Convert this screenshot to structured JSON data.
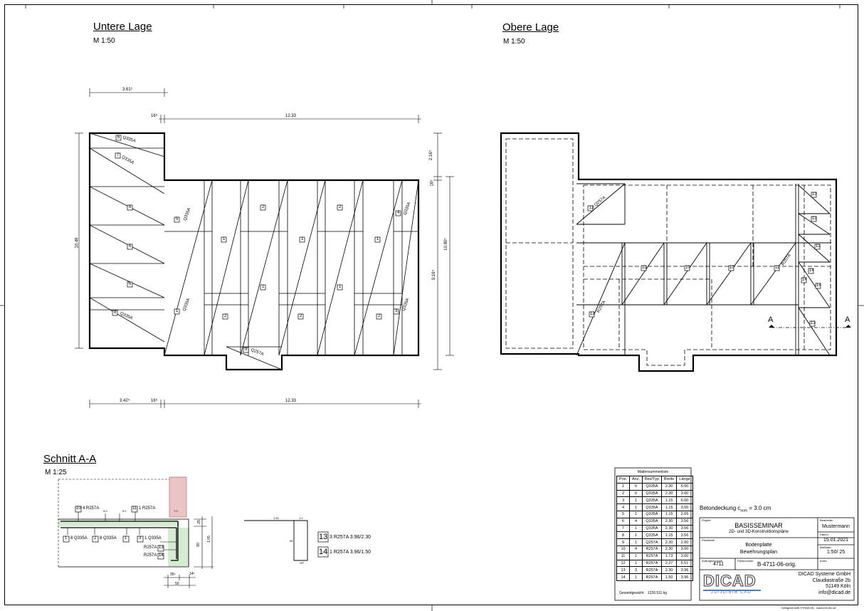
{
  "views": {
    "untere": {
      "title": "Untere Lage",
      "scale": "M 1:50"
    },
    "obere": {
      "title": "Obere Lage",
      "scale": "M 1:50"
    },
    "schnitt": {
      "title": "Schnitt A-A",
      "scale": "M 1:25"
    }
  },
  "dimensions": {
    "top_a": "3.61⁵",
    "top_b": "16⁵",
    "top_c": "12.33",
    "left_v": "10.49",
    "right_a": "2.16⁵",
    "right_b": "16⁵",
    "right_c": "9.16⁵",
    "right_d": "10.80⁵",
    "bottom_a": "3.42⁵",
    "bottom_b": "16⁵",
    "bottom_c": "12.33"
  },
  "untere_labels": {
    "q335a": "Q335A",
    "pos6": "6",
    "pos7": "7",
    "pos8": "8",
    "pos5": "5",
    "pos1": "1",
    "pos2": "2",
    "pos3": "3",
    "pos4": "4",
    "pos9": "9",
    "q257a": "Q257A"
  },
  "obere_labels": {
    "section_mark": "A",
    "r257a": "R257A",
    "q257a": "Q257A",
    "n10": "10",
    "n11": "11",
    "n12": "12",
    "n13": "13",
    "n14": "14"
  },
  "schnitt": {
    "l10": "10",
    "l10txt": "4 R257A",
    "l11": "11",
    "l11txt": "1 R257A",
    "l1": "1",
    "l1txt": "8 Q335A",
    "l2": "2",
    "l2txt": "8 Q335A",
    "l3": "1",
    "l4": "3",
    "l4txt": "1 Q335A",
    "r13": "R257A",
    "r14": "R257A",
    "n13": "13",
    "n14": "14",
    "d5a": "5.0",
    "d5b": "5.0",
    "d7": "7.0",
    "d25": "25",
    "d80": "80",
    "d105": "1.05",
    "d35": "35⁵",
    "d14": "14⁵",
    "d50": "50",
    "bend_1": "1.50",
    "bend_2": "1.0",
    "bend_3": "55",
    "bend_4": "25⁵"
  },
  "bending": {
    "b13num": "13",
    "b13txt": "3 R257A 3.96/2.30",
    "b14num": "14",
    "b14txt": "1 R257A 3.96/1.50"
  },
  "mattenliste": {
    "title": "Mattensummenliste",
    "headers": [
      "Pos.",
      "Anz.",
      "Bez/Typ",
      "Breite",
      "Länge"
    ],
    "rows": [
      [
        "1",
        "6",
        "Q335A",
        "2.30",
        "6.00"
      ],
      [
        "2",
        "6",
        "Q335A",
        "2.30",
        "3.00"
      ],
      [
        "3",
        "1",
        "Q335A",
        "1.15",
        "6.00"
      ],
      [
        "4",
        "1",
        "Q335A",
        "1.15",
        "3.00"
      ],
      [
        "5",
        "1",
        "Q335A",
        "1.15",
        "2.65"
      ],
      [
        "6",
        "4",
        "Q335A",
        "2.30",
        "3.56"
      ],
      [
        "7",
        "1",
        "Q335A",
        "2.30",
        "3.56"
      ],
      [
        "8",
        "1",
        "Q335A",
        "1.15",
        "3.56"
      ],
      [
        "9",
        "1",
        "Q257A",
        "2.30",
        "2.00"
      ],
      [
        "10",
        "4",
        "R257A",
        "2.30",
        "3.00"
      ],
      [
        "11",
        "1",
        "R257A",
        "1.73",
        "3.00"
      ],
      [
        "12",
        "1",
        "R257A",
        "2.27",
        "5.51"
      ],
      [
        "13",
        "3",
        "R257A",
        "2.30",
        "3.96"
      ],
      [
        "14",
        "1",
        "R257A",
        "1.50",
        "3.96"
      ]
    ],
    "total_label": "Gesamtgewicht",
    "total_value": "1226.511 kg"
  },
  "title_block": {
    "betondeckung": "Betondeckung c",
    "betondeckung_sub": "nom",
    "betondeckung_val": "= 3.0 cm",
    "projekt_label": "Projekt",
    "projekt_1": "BASISSEMINAR",
    "projekt_2": "2D- und 3D-Konstruktionspläne",
    "planinhalt_label": "Planinhalt",
    "planinhalt_1": "Bodenplatte",
    "planinhalt_2": "Bewehrungsplan",
    "auftrag_label": "Auftragsnummer",
    "auftrag": "4711",
    "plannummer_label": "Plannummer",
    "plannummer": "B-4711-06-orig.",
    "bearbeiter_label": "Bearbeiter",
    "bearbeiter": "Mustermann",
    "datum_label": "Datum",
    "datum": "15.01.2021",
    "massstab_label": "Maßstab",
    "massstab": "1:50/ 25",
    "index_label": "Index",
    "company_1": "DICAD Systeme GmbH",
    "company_2": "Claudiastraße 2b",
    "company_3": "51149 Köln",
    "company_4": "info@dicad.de",
    "logo": "DICAD",
    "logo_sub": "2D/3D/BIM CAD"
  },
  "footer": {
    "designed": "Designed with STRAKON - www.DICAD.de"
  }
}
